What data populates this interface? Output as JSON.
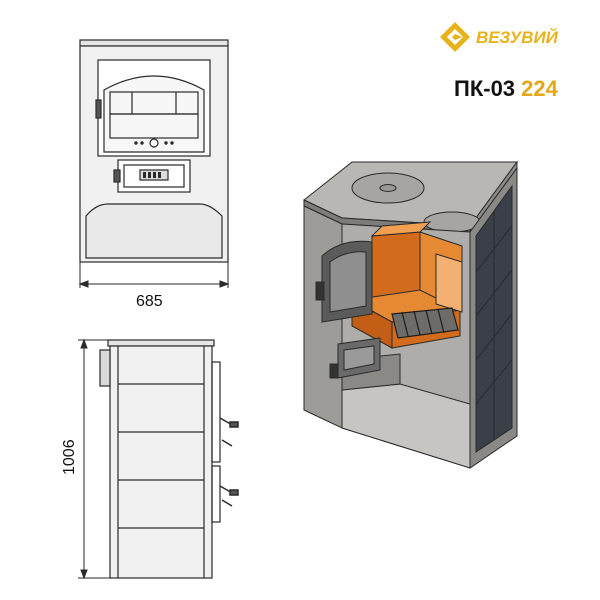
{
  "brand": {
    "name": "ВЕЗУВИЙ",
    "logo": "vezuviy-diamond-logo"
  },
  "model": {
    "prefix": "ПК-03",
    "number": "224"
  },
  "dimensions": {
    "width_label": "685",
    "height_label": "1006"
  },
  "colors": {
    "logo_gold": "#E8B21C",
    "model_number": "#E5A713",
    "line": "#2a2a2a",
    "body_gray": "#9a9a96",
    "body_light": "#b3b2ae",
    "brick_orange": "#d36b1c",
    "brick_light": "#e58a33",
    "insulation": "#3a3f48"
  }
}
